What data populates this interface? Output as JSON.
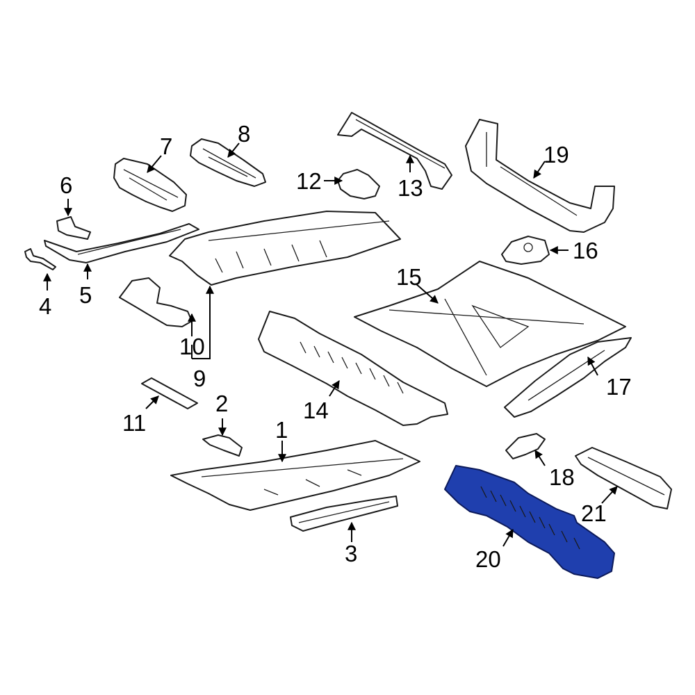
{
  "colors": {
    "highlight_fill": "#1f3fae",
    "highlight_stroke": "#0c1a5a",
    "line": "#1a1a1a",
    "background": "#ffffff"
  },
  "highlighted_part": "20",
  "callouts": [
    "1",
    "2",
    "3",
    "4",
    "5",
    "6",
    "7",
    "8",
    "9",
    "10",
    "11",
    "12",
    "13",
    "14",
    "15",
    "16",
    "17",
    "18",
    "19",
    "20",
    "21"
  ]
}
